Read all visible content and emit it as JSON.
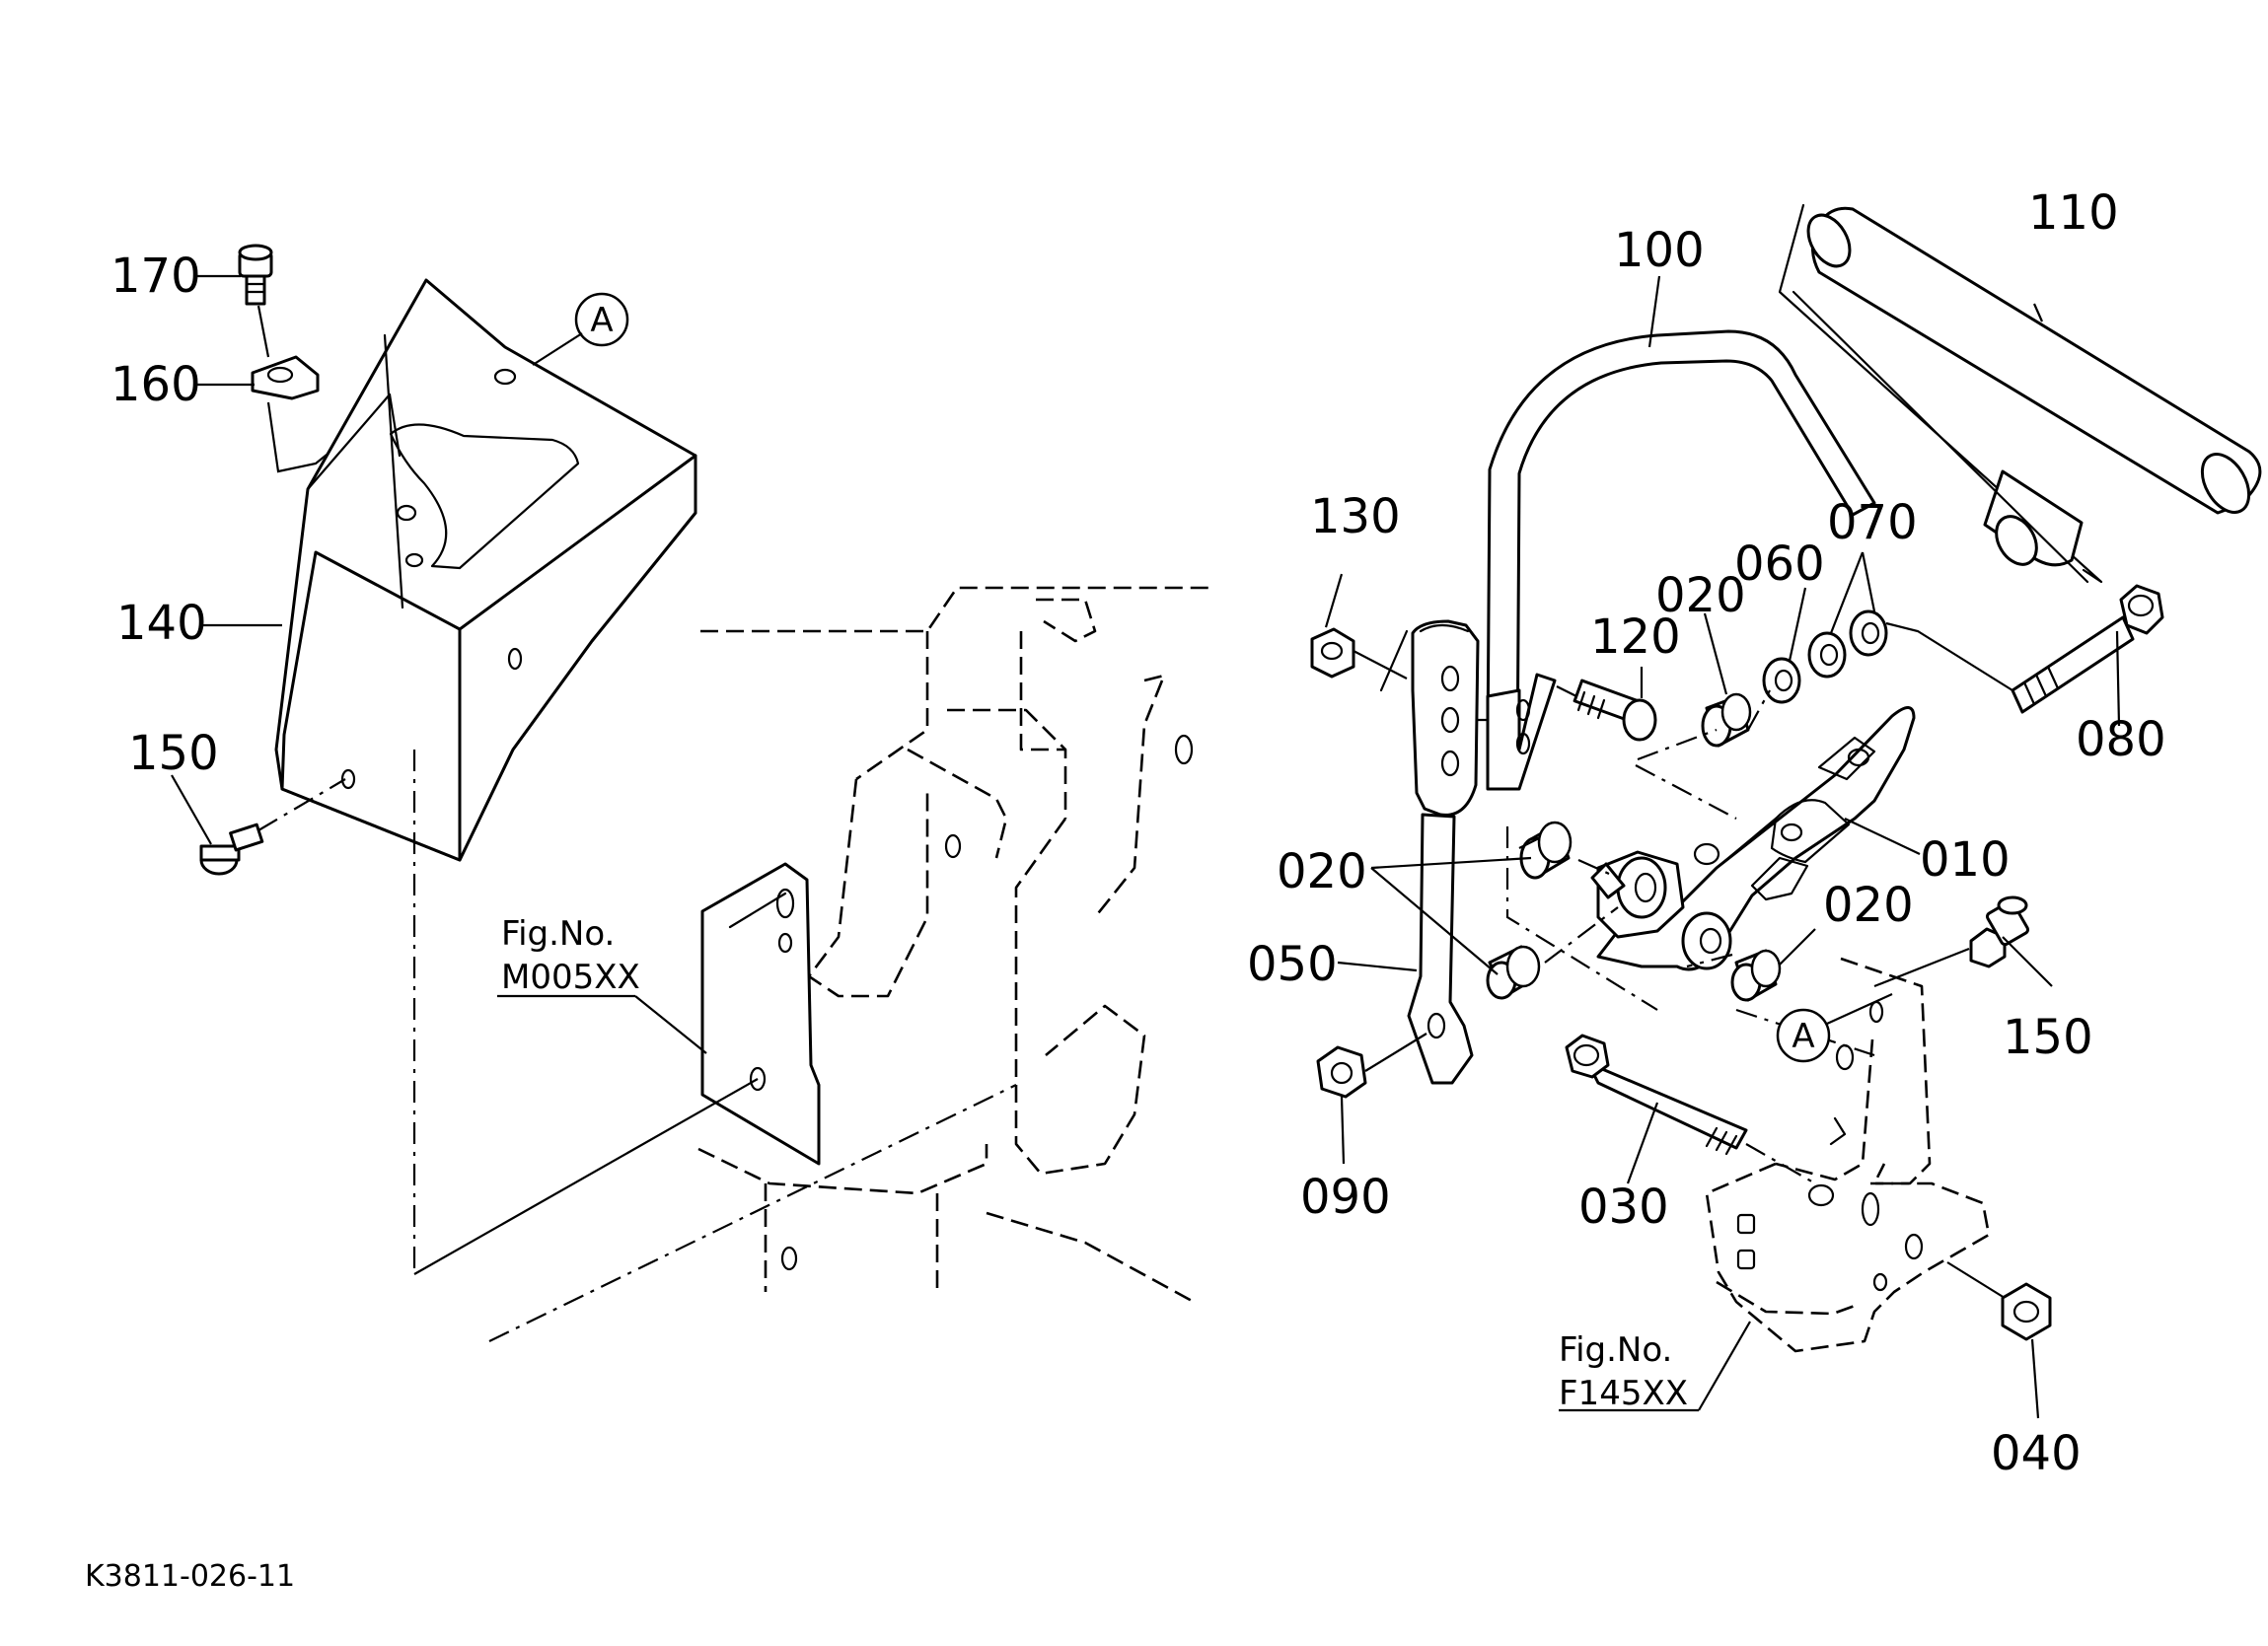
{
  "callouts": {
    "p170": "170",
    "p160": "160",
    "p140": "140",
    "p150_left": "150",
    "p100": "100",
    "p110": "110",
    "p130": "130",
    "p120": "120",
    "p020_top": "020",
    "p060": "060",
    "p070": "070",
    "p080": "080",
    "p010": "010",
    "p020_left": "020",
    "p020_right": "020",
    "p050": "050",
    "p150_right": "150",
    "p090": "090",
    "p030": "030",
    "p040": "040"
  },
  "ref_markers": {
    "a_left": "A",
    "a_right": "A"
  },
  "figure_refs": {
    "left_caption": "Fig.No.",
    "left_code": "M005XX",
    "right_caption": "Fig.No.",
    "right_code": "F145XX"
  },
  "drawing_code": "K3811-026-11"
}
